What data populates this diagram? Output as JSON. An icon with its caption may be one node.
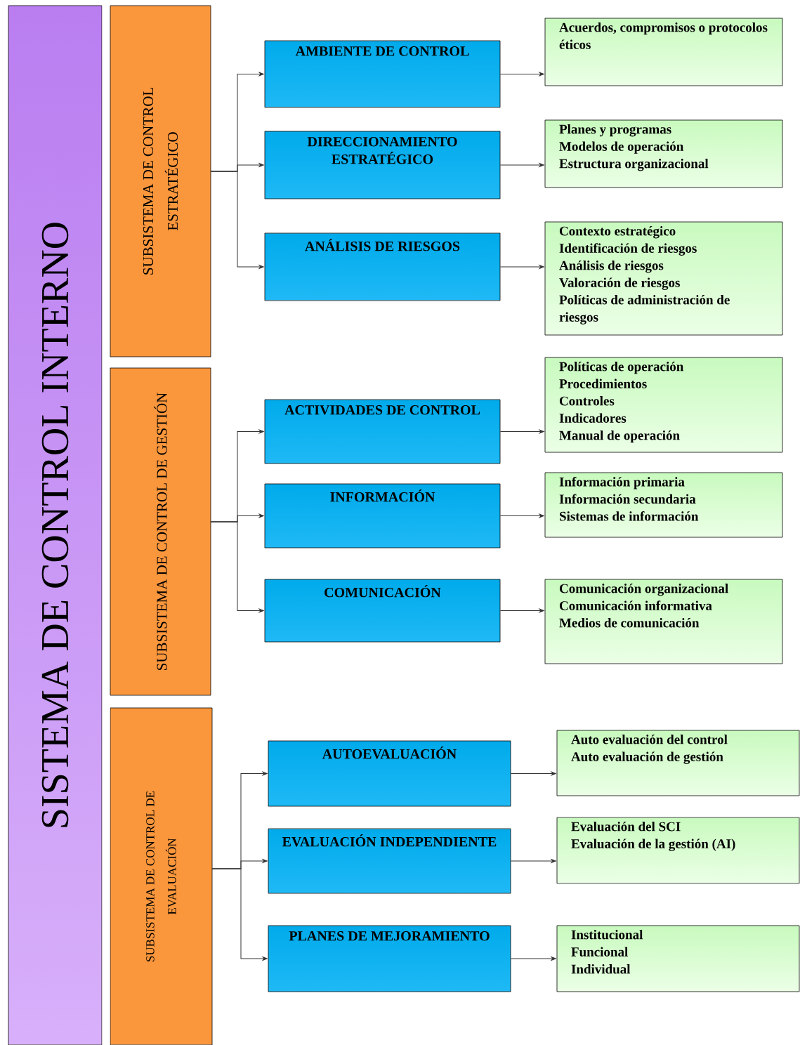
{
  "diagram": {
    "nodes": [
      {
        "text": [
          "SISTEMA DE CONTROL INTERNO"
        ]
      },
      {
        "text": [
          "SUBSISTEMA DE CONTROL ESTRATÉGICO"
        ]
      },
      {
        "text": [
          "AMBIENTE DE CONTROL"
        ]
      },
      {
        "text": [
          "Acuerdos, compromisos o protocolos éticos"
        ]
      },
      {
        "text": [
          "DIRECCIONAMIENTO ESTRATÉGICO"
        ]
      },
      {
        "text": [
          "Planes y programas",
          "Modelos de operación",
          "Estructura organizacional"
        ]
      },
      {
        "text": [
          "ANÁLISIS DE RIESGOS"
        ]
      },
      {
        "text": [
          "Contexto estratégico",
          "Identificación de riesgos",
          "Análisis de riesgos",
          "Valoración de riesgos",
          "Políticas de administración de riesgos"
        ]
      },
      {
        "text": [
          "SUBSISTEMA DE CONTROL DE GESTIÓN"
        ]
      },
      {
        "text": [
          "ACTIVIDADES DE CONTROL"
        ]
      },
      {
        "text": [
          "Políticas de operación",
          "Procedimientos",
          "Controles",
          "Indicadores",
          "Manual de operación"
        ]
      },
      {
        "text": [
          "INFORMACIÓN"
        ]
      },
      {
        "text": [
          "Información primaria",
          "Información secundaria",
          "Sistemas de información"
        ]
      },
      {
        "text": [
          "COMUNICACIÓN"
        ]
      },
      {
        "text": [
          "Comunicación organizacional",
          "Comunicación informativa",
          "Medios de comunicación"
        ]
      },
      {
        "text": [
          "SUBSISTEMA DE CONTROL DE EVALUACIÓN"
        ]
      },
      {
        "text": [
          "AUTOEVALUACIÓN"
        ]
      },
      {
        "text": [
          "Auto evaluación del control",
          "Auto evaluación de gestión"
        ]
      },
      {
        "text": [
          "EVALUACIÓN INDEPENDIENTE"
        ]
      },
      {
        "text": [
          "Evaluación del SCI",
          "Evaluación de la gestión (AI)"
        ]
      },
      {
        "text": [
          "PLANES DE MEJORAMIENTO"
        ]
      },
      {
        "text": [
          "Institucional",
          "Funcional",
          "Individual"
        ]
      }
    ],
    "edges": [
      {
        "from": 1,
        "to": 2,
        "arrow": "to"
      },
      {
        "from": 1,
        "to": 4,
        "arrow": "to"
      },
      {
        "from": 1,
        "to": 6,
        "arrow": "to"
      },
      {
        "from": 2,
        "to": 3,
        "arrow": "to"
      },
      {
        "from": 4,
        "to": 5,
        "arrow": "to"
      },
      {
        "from": 6,
        "to": 7,
        "arrow": "to"
      },
      {
        "from": 8,
        "to": 9,
        "arrow": "to"
      },
      {
        "from": 8,
        "to": 11,
        "arrow": "to"
      },
      {
        "from": 8,
        "to": 13,
        "arrow": "to"
      },
      {
        "from": 9,
        "to": 10,
        "arrow": "to"
      },
      {
        "from": 11,
        "to": 12,
        "arrow": "to"
      },
      {
        "from": 13,
        "to": 14,
        "arrow": "to"
      },
      {
        "from": 15,
        "to": 16,
        "arrow": "to"
      },
      {
        "from": 15,
        "to": 18,
        "arrow": "to"
      },
      {
        "from": 15,
        "to": 20,
        "arrow": "to"
      },
      {
        "from": 16,
        "to": 17,
        "arrow": "to"
      },
      {
        "from": 18,
        "to": 19,
        "arrow": "to"
      },
      {
        "from": 20,
        "to": 21,
        "arrow": "to"
      }
    ]
  }
}
